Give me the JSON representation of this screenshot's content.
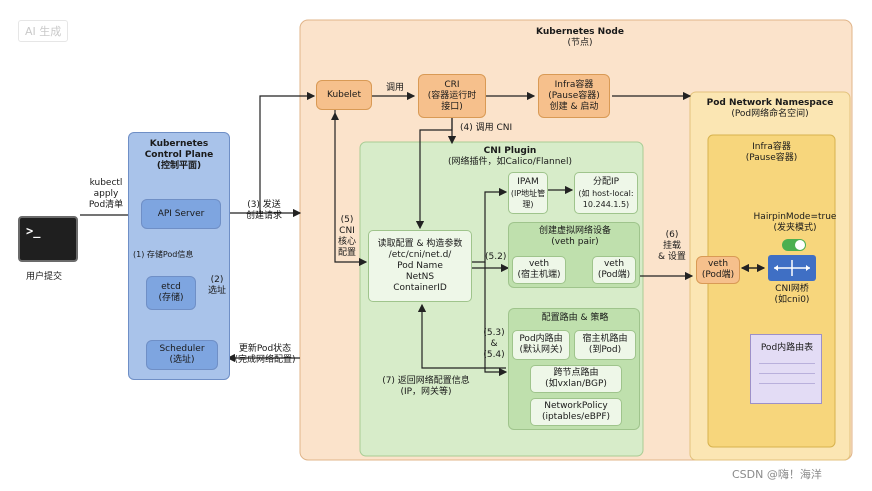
{
  "watermark_tl": "AI 生成",
  "watermark_br": "CSDN @嗨！海洋",
  "terminal": {
    "label": "用户提交",
    "prompt": ">_"
  },
  "kubectl_label": [
    "kubectl",
    "apply",
    "Pod清单"
  ],
  "control_plane": {
    "title": [
      "Kubernetes",
      "Control Plane",
      "(控制平面)"
    ],
    "api_server": "API Server",
    "etcd": [
      "etcd",
      "(存储)"
    ],
    "scheduler": [
      "Scheduler",
      "(选址)"
    ],
    "store_label": "(1) 存储Pod信息",
    "select_label": [
      "(2)",
      "选址"
    ]
  },
  "send_label": [
    "(3) 发送",
    "创建请求"
  ],
  "update_label": [
    "更新Pod状态",
    "(完成网络配置)"
  ],
  "node": {
    "title": [
      "Kubernetes Node",
      "(节点)"
    ],
    "kubelet": "Kubelet",
    "call_label": "调用",
    "cri": [
      "CRI",
      "(容器运行时",
      "接口)"
    ],
    "infra": [
      "Infra容器",
      "(Pause容器)",
      "创建 & 启动"
    ],
    "call_cni": "(4) 调用 CNI",
    "cni_config_label": [
      "(5)",
      "CNI",
      "核心",
      "配置"
    ],
    "cni_plugin": {
      "title": "CNI Plugin",
      "subtitle": "(网络插件，如Calico/Flannel)",
      "read_config": [
        "读取配置 & 构造参数",
        "/etc/cni/net.d/",
        "Pod Name",
        "NetNS",
        "ContainerID"
      ],
      "ipam": [
        "IPAM",
        "(IP地址管",
        "理)"
      ],
      "alloc_ip": [
        "分配IP",
        "(如 host-local:",
        "10.244.1.5)"
      ],
      "veth_title": [
        "创建虚拟网络设备",
        "(veth pair)"
      ],
      "veth_host": [
        "veth",
        "(宿主机端)"
      ],
      "veth_pod": [
        "veth",
        "(Pod端)"
      ],
      "step_52": "(5.2)",
      "step_53": [
        "(5.3)",
        "&",
        "(5.4)"
      ],
      "route_title": "配置路由 & 策略",
      "pod_route": [
        "Pod内路由",
        "(默认网关)"
      ],
      "host_route": [
        "宿主机路由",
        "(到Pod)"
      ],
      "cross_node": [
        "跨节点路由",
        "(如vxlan/BGP)"
      ],
      "netpol": [
        "NetworkPolicy",
        "(iptables/eBPF)"
      ]
    },
    "return_label": [
      "(7) 返回网络配置信息",
      "(IP，网关等)"
    ],
    "mount_label": [
      "(6)",
      "挂载",
      "& 设置"
    ]
  },
  "pod_ns": {
    "title": [
      "Pod Network Namespace",
      "(Pod网络命名空间)"
    ],
    "infra": [
      "Infra容器",
      "(Pause容器)"
    ],
    "veth": [
      "veth",
      "(Pod端)"
    ],
    "hairpin": [
      "HairpinMode=true",
      "(发夹模式)"
    ],
    "bridge": [
      "CNI网桥",
      "(如cni0)"
    ],
    "route_table": "Pod内路由表"
  }
}
